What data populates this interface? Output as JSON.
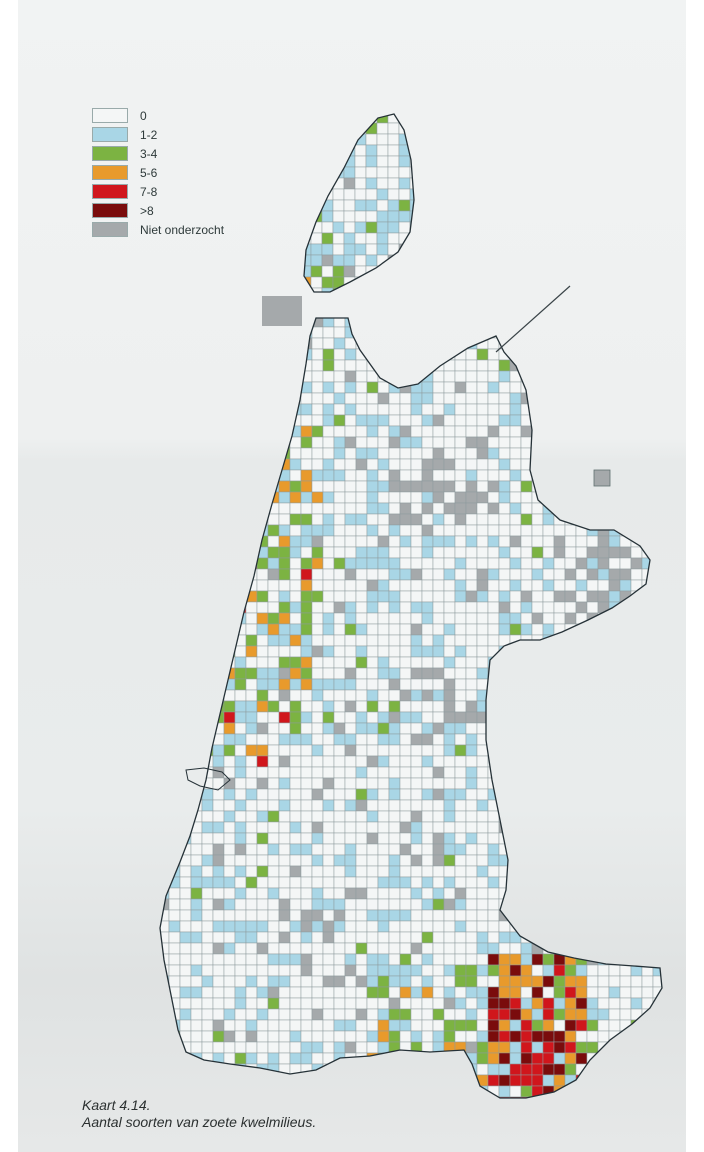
{
  "legend": {
    "items": [
      {
        "label": "0",
        "color": "#f4f6f6"
      },
      {
        "label": "1-2",
        "color": "#a9d6e6"
      },
      {
        "label": "3-4",
        "color": "#7cb342"
      },
      {
        "label": "5-6",
        "color": "#e89a2c"
      },
      {
        "label": "7-8",
        "color": "#d0161c"
      },
      {
        "label": ">8",
        "color": "#7a0c0c"
      },
      {
        "label": "Niet onderzocht",
        "color": "#a5a9ab"
      }
    ]
  },
  "caption": {
    "line1": "Kaart 4.14.",
    "line2": "Aantal soorten van zoete kwelmilieus."
  }
}
